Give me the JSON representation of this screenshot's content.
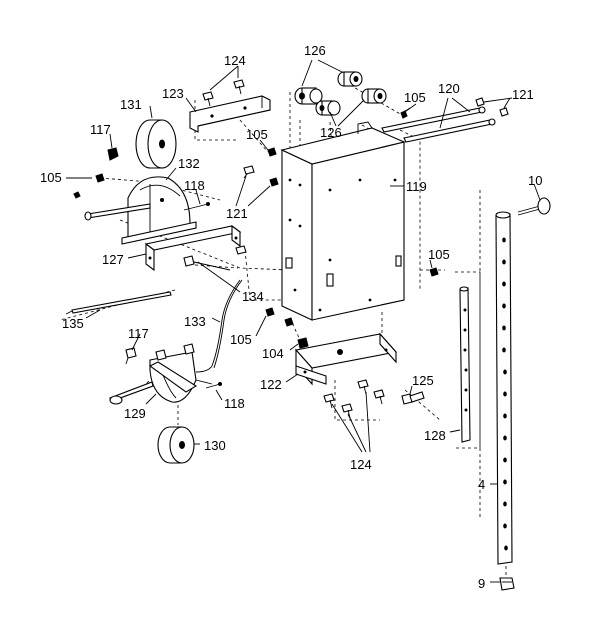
{
  "labels": {
    "l124a": "124",
    "l126a": "126",
    "l123": "123",
    "l131": "131",
    "l105a": "105",
    "l120": "120",
    "l121a": "121",
    "l117a": "117",
    "l126b": "126",
    "l105b": "105",
    "l132": "132",
    "l118a": "118",
    "l105c": "105",
    "l119": "119",
    "l10": "10",
    "l121b": "121",
    "l127": "127",
    "l105d": "105",
    "l134": "134",
    "l135": "135",
    "l133": "133",
    "l105e": "105",
    "l104": "104",
    "l117b": "117",
    "l122": "122",
    "l125": "125",
    "l129": "129",
    "l118b": "118",
    "l128": "128",
    "l130": "130",
    "l124b": "124",
    "l4": "4",
    "l9": "9"
  }
}
